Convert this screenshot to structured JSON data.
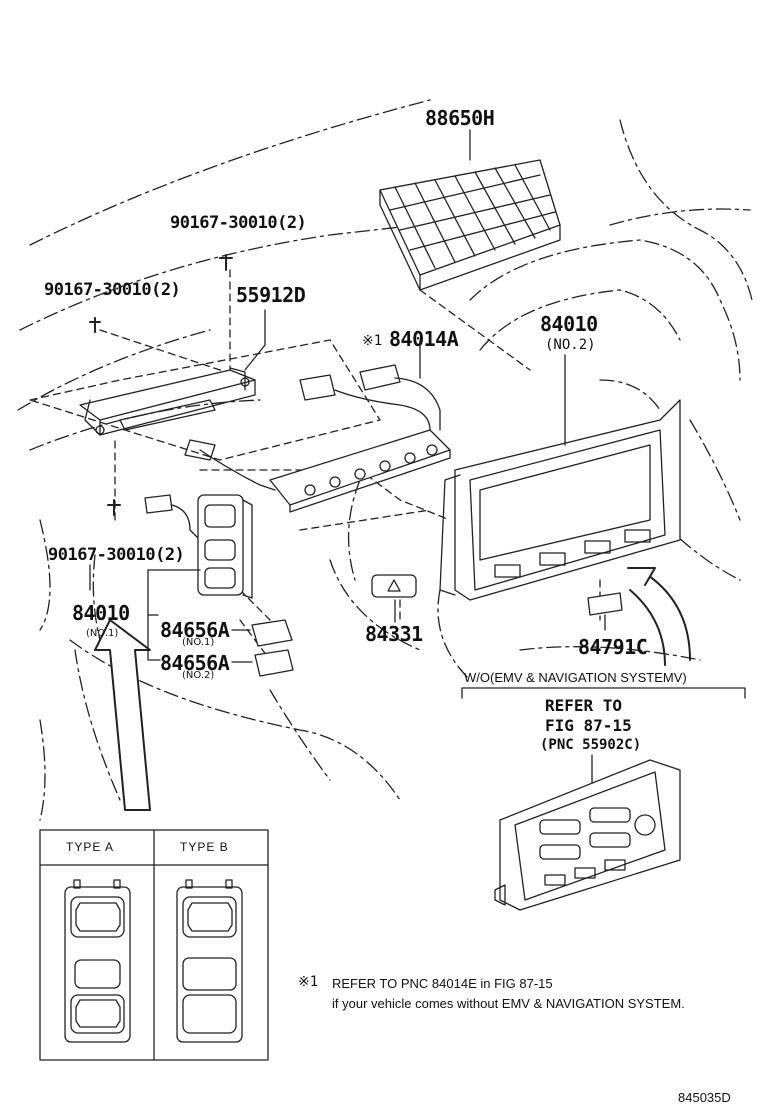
{
  "parts": {
    "p88650H": "88650H",
    "p90167_top": "90167-30010(2)",
    "p90167_mid": "90167-30010(2)",
    "p55912D": "55912D",
    "p84014A_mark": "※1",
    "p84014A": "84014A",
    "p84010_right": "84010",
    "p84010_right_sub": "(NO.2)",
    "p90167_low": "90167-30010(2)",
    "p84010_left": "84010",
    "p84010_left_sub": "(NO.1)",
    "p84656A_1": "84656A",
    "p84656A_1_sub": "(NO.1)",
    "p84656A_2": "84656A",
    "p84656A_2_sub": "(NO.2)",
    "p84331": "84331",
    "p84791C": "84791C"
  },
  "variant": {
    "condition": "W/O(EMV & NAVIGATION SYSTEMV)",
    "refer1": "REFER TO",
    "refer2": "FIG 87-15",
    "refer3": "(PNC 55902C)"
  },
  "types": {
    "type_a": "TYPE  A",
    "type_b": "TYPE  B"
  },
  "footnote": {
    "mark": "※1",
    "line1": "REFER TO PNC 84014E in FIG 87-15",
    "line2": "if your vehicle comes without EMV & NAVIGATION SYSTEM."
  },
  "figure_id": "845035D"
}
